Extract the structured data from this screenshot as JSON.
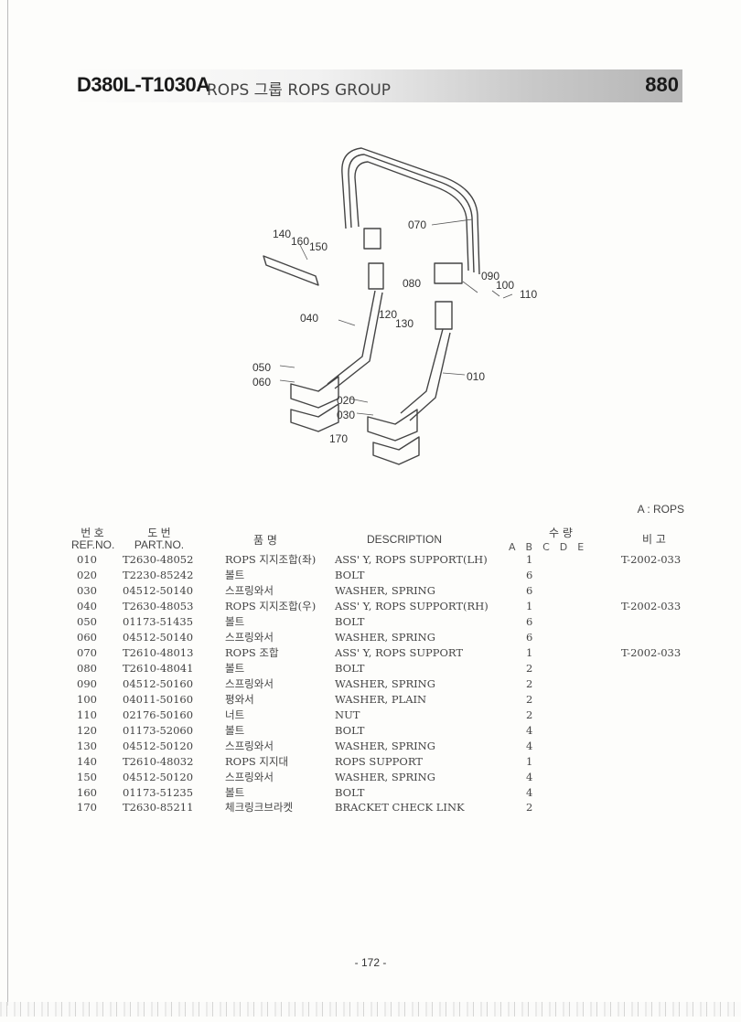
{
  "header": {
    "code": "D380L-T1030A",
    "title": "ROPS 그룹 ROPS GROUP",
    "page": "880"
  },
  "diagram": {
    "callouts": [
      "140",
      "160",
      "150",
      "070",
      "080",
      "090",
      "100",
      "110",
      "040",
      "120",
      "130",
      "050",
      "060",
      "010",
      "020",
      "030",
      "170"
    ]
  },
  "legend_note": "A : ROPS",
  "columns": {
    "ref_kr": "번 호",
    "ref_en": "REF.NO.",
    "part_kr": "도 번",
    "part_en": "PART.NO.",
    "name_kr": "품 명",
    "desc": "DESCRIPTION",
    "qty_kr": "수 량",
    "qty_letters": [
      "A",
      "B",
      "C",
      "D",
      "E"
    ],
    "remark_kr": "비 고"
  },
  "rows": [
    {
      "ref": "010",
      "part": "T2630-48052",
      "kr": "ROPS 지지조합(좌)",
      "desc": "ASS' Y, ROPS SUPPORT(LH)",
      "qty": "1",
      "remark": "T-2002-033"
    },
    {
      "ref": "020",
      "part": "T2230-85242",
      "kr": "볼트",
      "desc": "BOLT",
      "qty": "6",
      "remark": ""
    },
    {
      "ref": "030",
      "part": "04512-50140",
      "kr": "스프링와서",
      "desc": "WASHER, SPRING",
      "qty": "6",
      "remark": ""
    },
    {
      "ref": "040",
      "part": "T2630-48053",
      "kr": "ROPS 지지조합(우)",
      "desc": "ASS' Y, ROPS SUPPORT(RH)",
      "qty": "1",
      "remark": "T-2002-033"
    },
    {
      "ref": "050",
      "part": "01173-51435",
      "kr": "볼트",
      "desc": "BOLT",
      "qty": "6",
      "remark": ""
    },
    {
      "ref": "060",
      "part": "04512-50140",
      "kr": "스프링와서",
      "desc": "WASHER, SPRING",
      "qty": "6",
      "remark": ""
    },
    {
      "ref": "070",
      "part": "T2610-48013",
      "kr": "ROPS 조합",
      "desc": "ASS' Y, ROPS SUPPORT",
      "qty": "1",
      "remark": "T-2002-033"
    },
    {
      "ref": "080",
      "part": "T2610-48041",
      "kr": "볼트",
      "desc": "BOLT",
      "qty": "2",
      "remark": ""
    },
    {
      "ref": "090",
      "part": "04512-50160",
      "kr": "스프링와서",
      "desc": "WASHER, SPRING",
      "qty": "2",
      "remark": ""
    },
    {
      "ref": "100",
      "part": "04011-50160",
      "kr": "평와서",
      "desc": "WASHER, PLAIN",
      "qty": "2",
      "remark": ""
    },
    {
      "ref": "110",
      "part": "02176-50160",
      "kr": "너트",
      "desc": "NUT",
      "qty": "2",
      "remark": ""
    },
    {
      "ref": "120",
      "part": "01173-52060",
      "kr": "볼트",
      "desc": "BOLT",
      "qty": "4",
      "remark": ""
    },
    {
      "ref": "130",
      "part": "04512-50120",
      "kr": "스프링와서",
      "desc": "WASHER, SPRING",
      "qty": "4",
      "remark": ""
    },
    {
      "ref": "140",
      "part": "T2610-48032",
      "kr": "ROPS 지지대",
      "desc": "ROPS SUPPORT",
      "qty": "1",
      "remark": ""
    },
    {
      "ref": "150",
      "part": "04512-50120",
      "kr": "스프링와서",
      "desc": "WASHER, SPRING",
      "qty": "4",
      "remark": ""
    },
    {
      "ref": "160",
      "part": "01173-51235",
      "kr": "볼트",
      "desc": "BOLT",
      "qty": "4",
      "remark": ""
    },
    {
      "ref": "170",
      "part": "T2630-85211",
      "kr": "체크링크브라켓",
      "desc": "BRACKET CHECK LINK",
      "qty": "2",
      "remark": ""
    }
  ],
  "page_number": "- 172 -"
}
